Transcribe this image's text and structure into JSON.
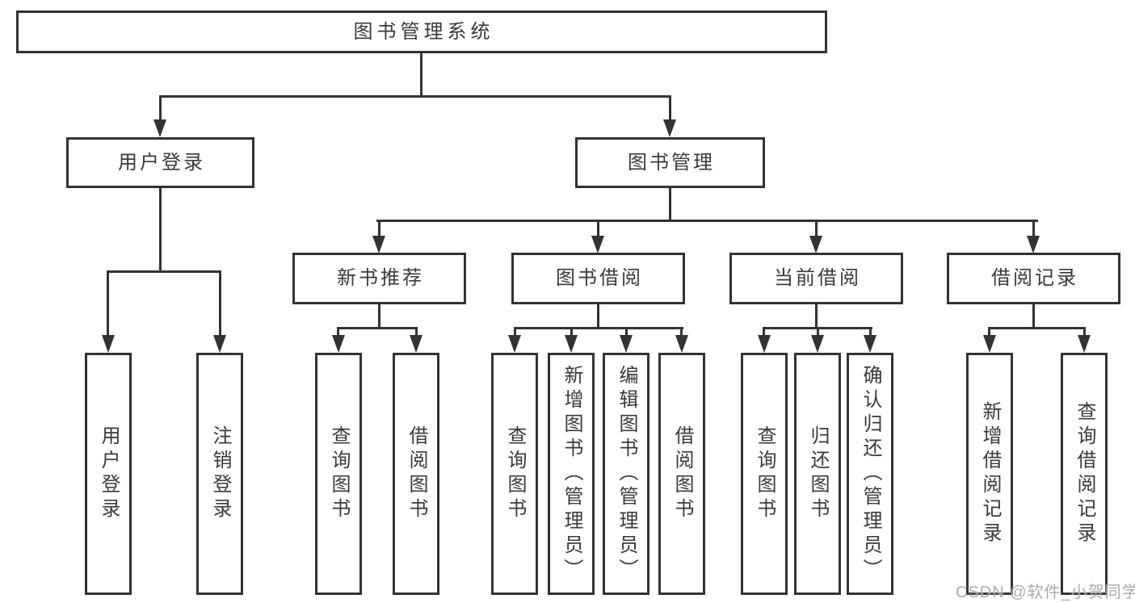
{
  "diagram": {
    "root": {
      "label": "图书管理系统"
    },
    "level2": [
      {
        "label": "用户登录"
      },
      {
        "label": "图书管理"
      }
    ],
    "level3": [
      {
        "label": "新书推荐"
      },
      {
        "label": "图书借阅"
      },
      {
        "label": "当前借阅"
      },
      {
        "label": "借阅记录"
      }
    ],
    "leaf_groups": [
      {
        "parent": "用户登录",
        "items": [
          {
            "label": "用户登录"
          },
          {
            "label": "注销登录"
          }
        ]
      },
      {
        "parent": "新书推荐",
        "items": [
          {
            "label": "查询图书"
          },
          {
            "label": "借阅图书"
          }
        ]
      },
      {
        "parent": "图书借阅",
        "items": [
          {
            "label": "查询图书"
          },
          {
            "label": "新增图书（管理员）"
          },
          {
            "label": "编辑图书（管理员）"
          },
          {
            "label": "借阅图书"
          }
        ]
      },
      {
        "parent": "当前借阅",
        "items": [
          {
            "label": "查询图书"
          },
          {
            "label": "归还图书"
          },
          {
            "label": "确认归还（管理员）"
          }
        ]
      },
      {
        "parent": "借阅记录",
        "items": [
          {
            "label": "新增借阅记录"
          },
          {
            "label": "查询借阅记录"
          }
        ]
      }
    ]
  },
  "watermark": {
    "text": "CSDN @软件_小贺同学"
  },
  "colors": {
    "line": "#333333",
    "text": "#3a3a3a",
    "background": "#ffffff",
    "watermark": "#969696"
  }
}
